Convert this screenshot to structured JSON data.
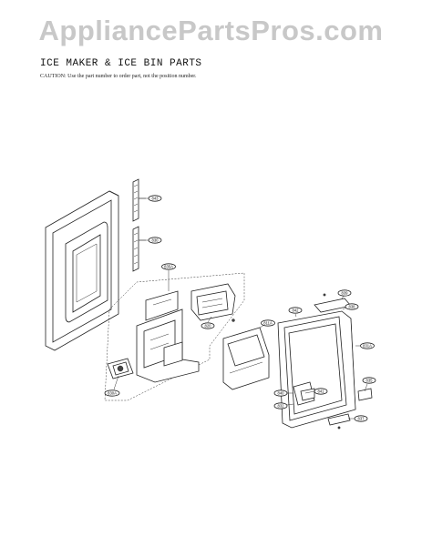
{
  "watermark": "AppliancePartsPros.com",
  "heading": {
    "title": "ICE MAKER & ICE BIN PARTS",
    "caution": "CAUTION: Use the part number to order part, not the position number."
  },
  "callouts": {
    "c1": "843",
    "c2": "830",
    "c3": "835A",
    "c4": "820",
    "c5": "830A",
    "c6": "811A",
    "c7": "839",
    "c8": "838",
    "c9": "831A",
    "c10": "842",
    "c11": "840",
    "c12": "841",
    "c13": "832",
    "c14": "835",
    "c15": "837"
  }
}
